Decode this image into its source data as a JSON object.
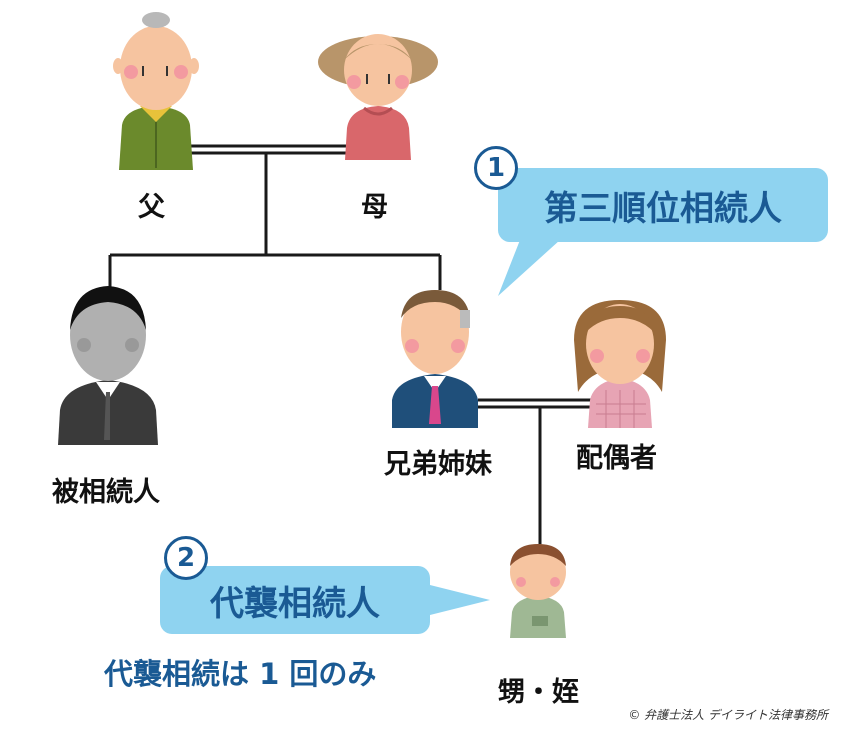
{
  "people": {
    "father": "父",
    "mother": "母",
    "deceased": "被相続人",
    "siblings": "兄弟姉妹",
    "spouse": "配偶者",
    "nephew_niece": "甥・姪"
  },
  "callouts": {
    "first": {
      "number": "1",
      "text": "第三順位相続人"
    },
    "second": {
      "number": "2",
      "text": "代襲相続人"
    }
  },
  "note": "代襲相続は 1 回のみ",
  "copyright": "© 弁護士法人 デイライト法律事務所",
  "colors": {
    "callout_bg": "#8fd3f0",
    "callout_text": "#1a5a94",
    "line": "#1a1a1a"
  }
}
